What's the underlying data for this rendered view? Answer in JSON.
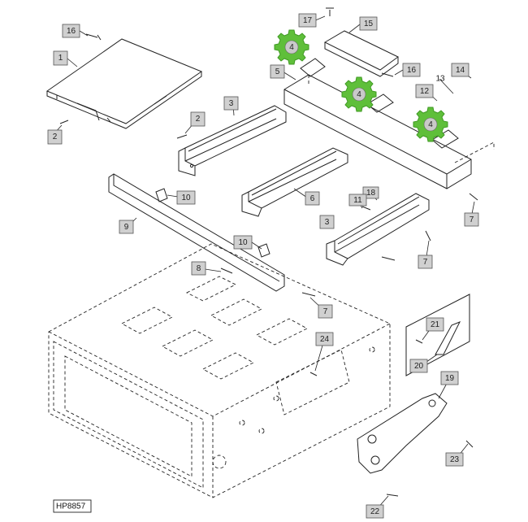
{
  "diagram": {
    "reference_code": "HP8857",
    "callouts": [
      {
        "id": "c16a",
        "label": "16"
      },
      {
        "id": "c1",
        "label": "1"
      },
      {
        "id": "c2a",
        "label": "2"
      },
      {
        "id": "c2b",
        "label": "2"
      },
      {
        "id": "c3a",
        "label": "3"
      },
      {
        "id": "c3b",
        "label": "3"
      },
      {
        "id": "c17",
        "label": "17"
      },
      {
        "id": "c15",
        "label": "15"
      },
      {
        "id": "c5",
        "label": "5"
      },
      {
        "id": "c16b",
        "label": "16"
      },
      {
        "id": "c14",
        "label": "14"
      },
      {
        "id": "c13",
        "label": "13"
      },
      {
        "id": "c12",
        "label": "12"
      },
      {
        "id": "c10a",
        "label": "10"
      },
      {
        "id": "c6",
        "label": "6"
      },
      {
        "id": "c18",
        "label": "18"
      },
      {
        "id": "c11",
        "label": "11"
      },
      {
        "id": "c9",
        "label": "9"
      },
      {
        "id": "c7a",
        "label": "7"
      },
      {
        "id": "c7b",
        "label": "7"
      },
      {
        "id": "c7c",
        "label": "7"
      },
      {
        "id": "c10b",
        "label": "10"
      },
      {
        "id": "c8",
        "label": "8"
      },
      {
        "id": "c24",
        "label": "24"
      },
      {
        "id": "c21",
        "label": "21"
      },
      {
        "id": "c20",
        "label": "20"
      },
      {
        "id": "c19",
        "label": "19"
      },
      {
        "id": "c23",
        "label": "23"
      },
      {
        "id": "c22",
        "label": "22"
      }
    ],
    "highlight_markers": [
      {
        "id": "g1",
        "label": "4"
      },
      {
        "id": "g2",
        "label": "4"
      },
      {
        "id": "g3",
        "label": "4"
      }
    ]
  }
}
